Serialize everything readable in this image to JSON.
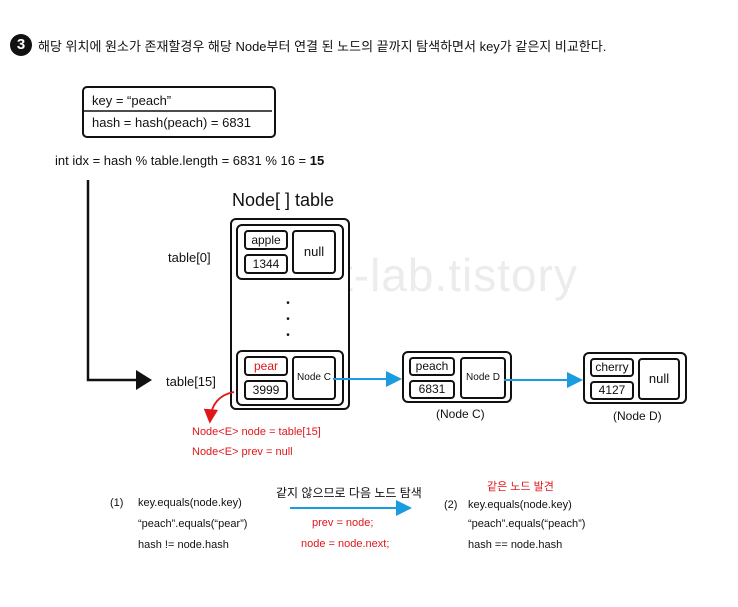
{
  "step_number": "3",
  "title": "해당 위치에 원소가 존재할경우 해당 Node부터 연결 된 노드의 끝까지 탐색하면서 key가 같은지 비교한다.",
  "key_box": {
    "line1": "key = “peach”",
    "line2": "hash = hash(peach) = 6831"
  },
  "index_calc": {
    "text": "int idx = hash % table.length = 6831 % 16 = ",
    "result": "15"
  },
  "array_title": "Node[ ] table",
  "watermark": "st-lab.tistory",
  "table_labels": {
    "first": "table[0]",
    "last": "table[15]"
  },
  "slot0": {
    "key": "apple",
    "hash": "1344",
    "next": "null"
  },
  "slot15": {
    "key": "pear",
    "hash": "3999",
    "next": "Node C"
  },
  "ellipsis_dots": "• • •",
  "node_c": {
    "key": "peach",
    "hash": "6831",
    "next": "Node D",
    "caption": "(Node C)"
  },
  "node_d": {
    "key": "cherry",
    "hash": "4127",
    "next": "null",
    "caption": "(Node D)"
  },
  "red_notes": {
    "line1": "Node<E> node = table[15]",
    "line2": "Node<E> prev = null"
  },
  "compare1": {
    "label": "(1)",
    "lines": [
      "key.equals(node.key)",
      "“peach”.equals(“pear”)",
      "hash != node.hash"
    ]
  },
  "transition": {
    "caption": "같지 않으므로 다음 노드 탐색",
    "line1": "prev = node;",
    "line2": "node = node.next;"
  },
  "compare2": {
    "label": "(2)",
    "found": "같은 노드 발견",
    "lines": [
      "key.equals(node.key)",
      "“peach”.equals(“peach”)",
      "hash == node.hash"
    ]
  },
  "colors": {
    "accent_red": "#e0161b",
    "arrow_blue": "#1b9be0",
    "ink": "#111111"
  }
}
